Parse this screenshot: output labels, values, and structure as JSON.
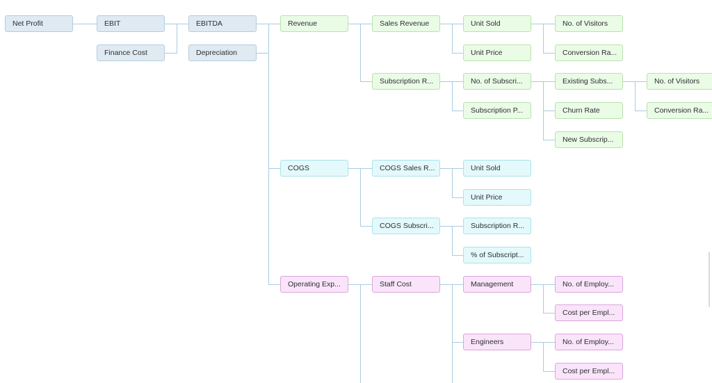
{
  "colors": {
    "connector": "#a9cbe0",
    "blue": "#dfeaf2",
    "green": "#eafbe6",
    "cyan": "#e4f9fb",
    "pink": "#fae4fa"
  },
  "tree": {
    "net_profit": "Net Profit",
    "ebit": "EBIT",
    "finance_cost": "Finance Cost",
    "ebitda": "EBITDA",
    "depreciation": "Depreciation",
    "revenue": "Revenue",
    "sales_revenue": "Sales Revenue",
    "rev_unit_sold": "Unit Sold",
    "rev_unit_price": "Unit Price",
    "rev_no_of_visitors": "No. of Visitors",
    "rev_conversion_rate": "Conversion Ra...",
    "subscription_revenue": "Subscription R...",
    "no_of_subscribers": "No. of Subscri...",
    "subscription_price": "Subscription P...",
    "existing_subscribers": "Existing Subs...",
    "churn_rate": "Churn Rate",
    "new_subscribers": "New Subscrip...",
    "sub_no_of_visitors": "No. of Visitors",
    "sub_conversion_rate": "Conversion Ra...",
    "cogs": "COGS",
    "cogs_sales_revenue": "COGS Sales R...",
    "cogs_unit_sold": "Unit Sold",
    "cogs_unit_price": "Unit Price",
    "cogs_subscription": "COGS Subscri...",
    "cogs_subscription_revenue": "Subscription R...",
    "pct_of_subscription": "% of Subscript...",
    "operating_expenses": "Operating Exp...",
    "staff_cost": "Staff Cost",
    "management": "Management",
    "mgmt_no_of_employees": "No. of Employ...",
    "mgmt_cost_per_employee": "Cost per Empl...",
    "engineers": "Engineers",
    "eng_no_of_employees": "No. of Employ...",
    "eng_cost_per_employee": "Cost per Empl..."
  }
}
